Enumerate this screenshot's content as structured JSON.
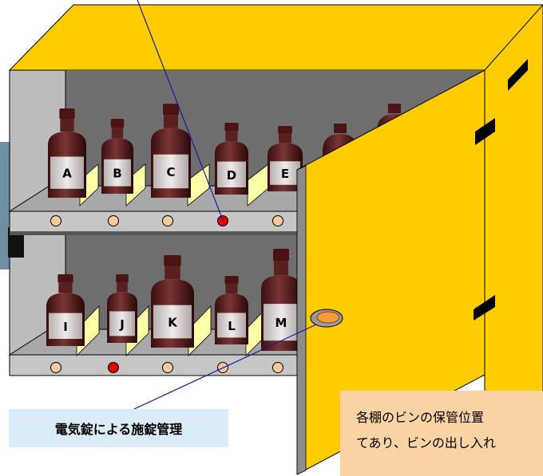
{
  "bottles_top": [
    "A",
    "B",
    "C",
    "D",
    "E"
  ],
  "bottles_bottom": [
    "I",
    "J",
    "K",
    "L",
    "M"
  ],
  "indicators_top": [
    "off",
    "off",
    "off",
    "on",
    "off"
  ],
  "indicators_bottom": [
    "off",
    "on",
    "off",
    "off",
    "off"
  ],
  "callout": {
    "text": "電気錠による施錠管理"
  },
  "note": {
    "line1": "各棚のビンの保管位置",
    "line2": "てあり、ビンの出し入れ"
  },
  "colors": {
    "cabinet": "#ffcc00",
    "interior": "#8c8c8c",
    "shelf": "#bcbcbc",
    "bottle": "#5a1f1f",
    "indicator_on": "#e00000",
    "indicator_off": "#f9c9a0",
    "callout_bg": "#d9ecf7",
    "note_bg": "#fbd3a5",
    "line": "#1a1aa0"
  }
}
